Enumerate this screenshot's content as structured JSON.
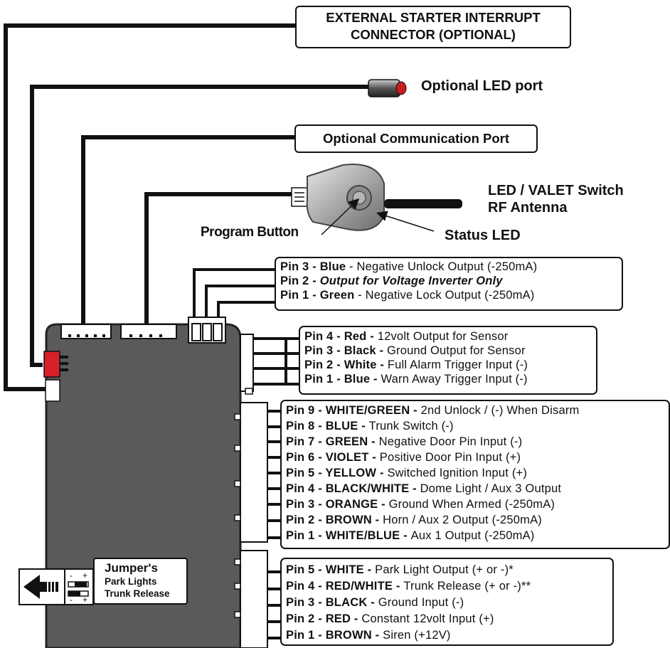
{
  "external_connector": {
    "line1": "EXTERNAL STARTER INTERRUPT",
    "line2": "CONNECTOR (OPTIONAL)"
  },
  "optional_led_port": "Optional LED port",
  "optional_comm_port": "Optional Communication Port",
  "antenna": {
    "line1": "LED / VALET Switch",
    "line2": "RF Antenna"
  },
  "program_button": "Program Button",
  "status_led": "Status LED",
  "group_3pin": [
    {
      "pin": "Pin 3 - Blue",
      "desc": " - Negative Unlock Output (-250mA)",
      "italic": false
    },
    {
      "pin": "Pin 2 - ",
      "desc": "Output for Voltage Inverter Only",
      "italic": true
    },
    {
      "pin": "Pin 1 - Green",
      "desc": " - Negative Lock Output (-250mA)",
      "italic": false
    }
  ],
  "group_4pin": [
    {
      "pin": "Pin 4 - Red - ",
      "desc": "12volt Output for Sensor"
    },
    {
      "pin": "Pin 3 - Black - ",
      "desc": "Ground Output for Sensor"
    },
    {
      "pin": "Pin 2 - White - ",
      "desc": "Full Alarm Trigger Input (-)"
    },
    {
      "pin": "Pin 1 - Blue - ",
      "desc": "Warn Away Trigger Input (-)"
    }
  ],
  "group_9pin": [
    {
      "pin": "Pin 9 - WHITE/GREEN - ",
      "desc": "2nd Unlock / (-) When Disarm"
    },
    {
      "pin": "Pin 8 - BLUE - ",
      "desc": "Trunk Switch (-)"
    },
    {
      "pin": "Pin 7 - GREEN - ",
      "desc": "Negative Door Pin Input (-)"
    },
    {
      "pin": "Pin 6 - VIOLET - ",
      "desc": "Positive Door Pin Input (+)"
    },
    {
      "pin": "Pin 5 - YELLOW - ",
      "desc": "Switched Ignition Input (+)"
    },
    {
      "pin": "Pin 4 - BLACK/WHITE - ",
      "desc": "Dome Light / Aux 3 Output"
    },
    {
      "pin": "Pin 3 - ORANGE - ",
      "desc": "Ground When Armed (-250mA)"
    },
    {
      "pin": "Pin 2 - BROWN - ",
      "desc": "Horn / Aux 2 Output (-250mA)"
    },
    {
      "pin": "Pin 1 - WHITE/BLUE - ",
      "desc": "Aux 1 Output (-250mA)"
    }
  ],
  "group_5pin": [
    {
      "pin": "Pin 5 - WHITE - ",
      "desc": "Park Light Output (+ or -)*"
    },
    {
      "pin": "Pin 4 - RED/WHITE - ",
      "desc": "Trunk Release (+ or -)**"
    },
    {
      "pin": "Pin 3 - BLACK - ",
      "desc": "Ground Input (-)"
    },
    {
      "pin": "Pin 2 - RED - ",
      "desc": "Constant 12volt Input (+)"
    },
    {
      "pin": "Pin 1 - BROWN - ",
      "desc": "Siren (+12V)"
    }
  ],
  "jumpers": {
    "title": "Jumper's",
    "line1": "Park Lights",
    "line2": "Trunk Release",
    "sign_minus": "-",
    "sign_plus": "+"
  },
  "colors": {
    "module": "#5a5a5a",
    "wire": "#111111",
    "red_connector": "#d8202a",
    "led_red": "#c81e1e"
  }
}
